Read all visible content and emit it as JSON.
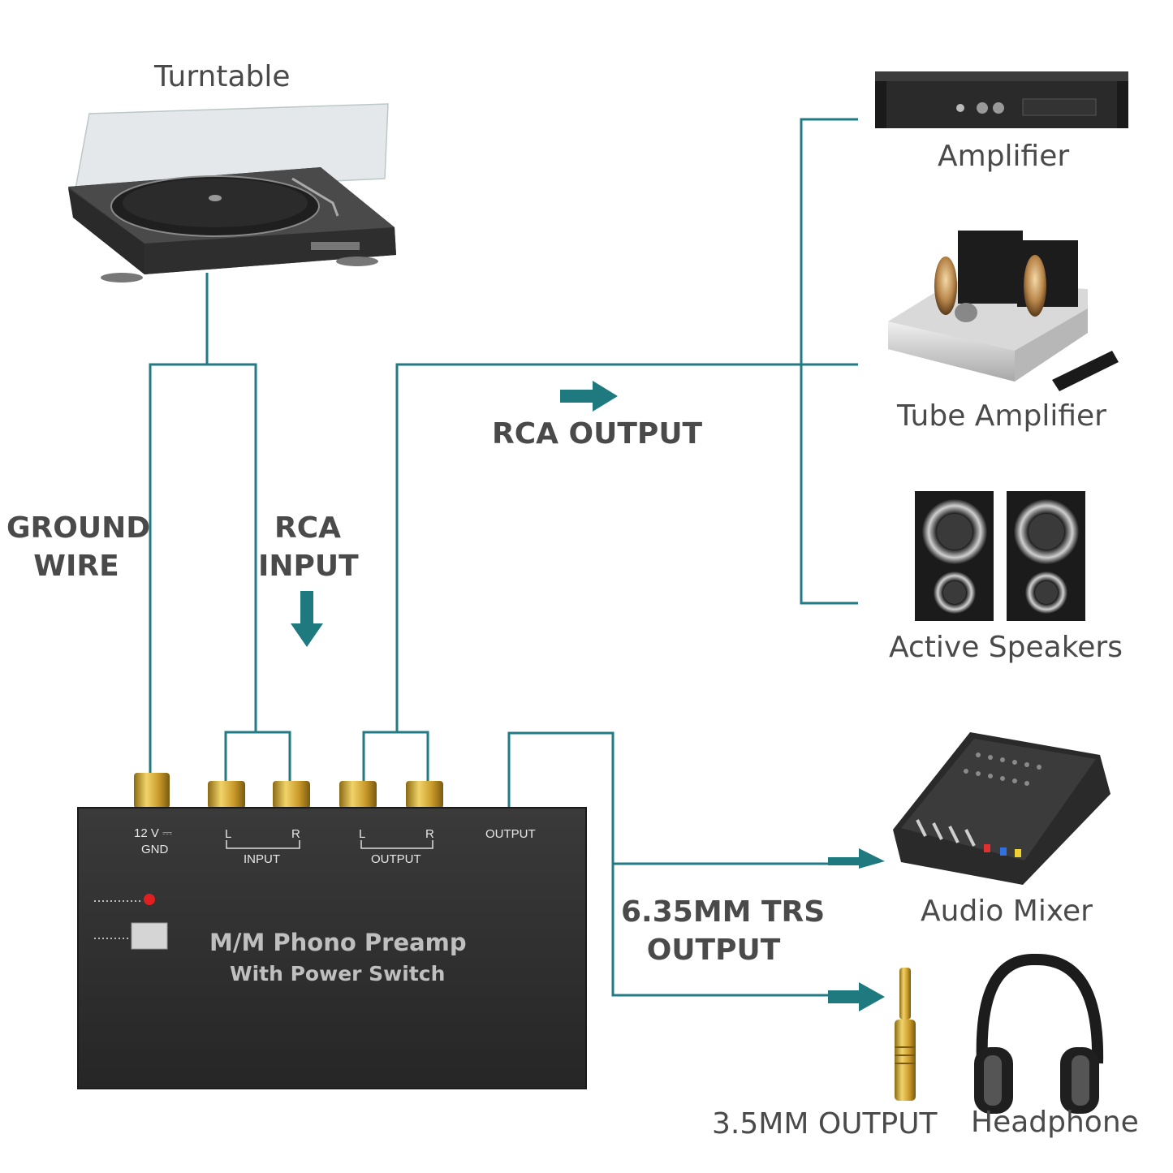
{
  "devices": {
    "turntable": "Turntable",
    "amplifier": "Amplifier",
    "tube_amplifier": "Tube Amplifier",
    "active_speakers": "Active Speakers",
    "audio_mixer": "Audio Mixer",
    "headphone": "Headphone",
    "adapter": "3.5MM OUTPUT"
  },
  "connections": {
    "ground_wire": [
      "GROUND",
      "WIRE"
    ],
    "rca_input": [
      "RCA",
      "INPUT"
    ],
    "rca_output": "RCA OUTPUT",
    "trs_output": [
      "6.35MM TRS",
      "OUTPUT"
    ]
  },
  "preamp": {
    "power_label": "12 V ⎓",
    "gnd_label": "GND",
    "input_label": "INPUT",
    "output_label": "OUTPUT",
    "jack_label": "OUTPUT",
    "left": "L",
    "right": "R",
    "title": "M/M Phono Preamp",
    "subtitle": "With Power Switch"
  },
  "colors": {
    "wire": "#227a84",
    "arrow": "#1f7a80",
    "text": "#4a4a4a",
    "device_body": "#2b2b2b"
  }
}
